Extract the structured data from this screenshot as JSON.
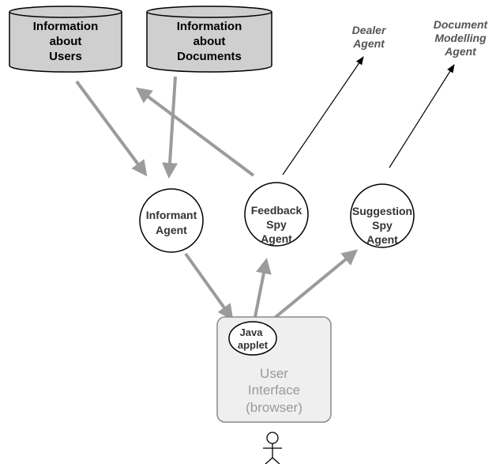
{
  "databases": {
    "users": {
      "line1": "Information",
      "line2": "about",
      "line3": "Users"
    },
    "documents": {
      "line1": "Information",
      "line2": "about",
      "line3": "Documents"
    }
  },
  "external_agents": {
    "dealer": {
      "line1": "Dealer",
      "line2": "Agent"
    },
    "doc_modelling": {
      "line1": "Document",
      "line2": "Modelling",
      "line3": "Agent"
    }
  },
  "agents": {
    "informant": {
      "line1": "Informant",
      "line2": "Agent"
    },
    "feedback_spy": {
      "line1": "Feedback",
      "line2": "Spy",
      "line3": "Agent"
    },
    "suggestion_spy": {
      "line1": "Suggestion",
      "line2": "Spy",
      "line3": "Agent"
    }
  },
  "user_interface": {
    "line1": "User",
    "line2": "Interface",
    "line3": "(browser)",
    "applet": {
      "line1": "Java",
      "line2": "applet"
    }
  },
  "icons": {
    "user": "stick-figure-icon"
  },
  "colors": {
    "database_fill": "#cfcfcf",
    "thick_arrow": "#9b9b9b",
    "thin_arrow": "#000000",
    "ui_box_fill": "#efefef",
    "ui_box_stroke": "#8a8a8a"
  }
}
